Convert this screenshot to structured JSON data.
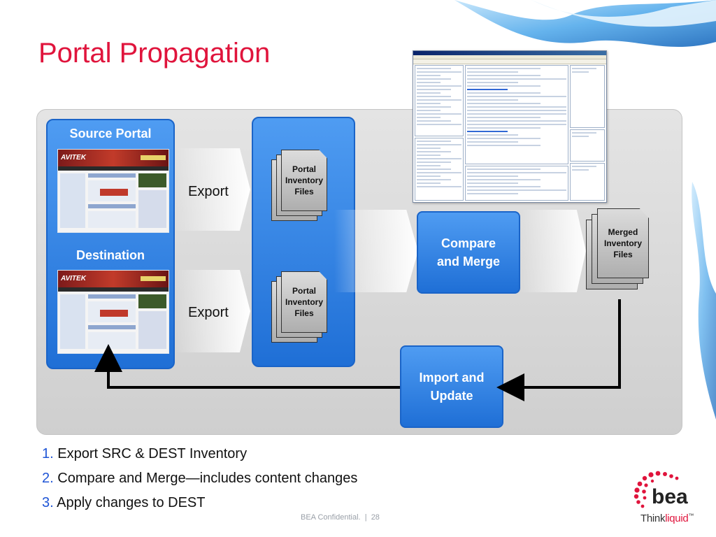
{
  "title": "Portal Propagation",
  "source_panel": {
    "label": "Source Portal"
  },
  "destination_panel": {
    "label": "Destination"
  },
  "source_screenshot": {
    "logo_text": "AVITEK"
  },
  "destination_screenshot": {
    "logo_text": "AVITEK"
  },
  "export_top": {
    "label": "Export"
  },
  "export_bottom": {
    "label": "Export"
  },
  "inventory_top": {
    "label": "Portal Inventory Files",
    "lines": [
      "Portal",
      "Inventory",
      "Files"
    ]
  },
  "inventory_bottom": {
    "label": "Portal Inventory Files",
    "lines": [
      "Portal",
      "Inventory",
      "Files"
    ]
  },
  "compare_merge": {
    "lines": [
      "Compare",
      "and Merge"
    ]
  },
  "merged_files": {
    "lines": [
      "Merged",
      "Inventory",
      "Files"
    ]
  },
  "import_update": {
    "lines": [
      "Import and",
      "Update"
    ]
  },
  "steps": [
    {
      "num": "1.",
      "text": "Export SRC & DEST Inventory"
    },
    {
      "num": "2.",
      "text": "Compare and Merge—includes content changes"
    },
    {
      "num": "3.",
      "text": "Apply changes to DEST"
    }
  ],
  "footer": {
    "text": "BEA Confidential.  |  28"
  },
  "logo": {
    "brand": "bea",
    "tagline_think": "Think",
    "tagline_liquid": "liquid",
    "tm": "™"
  },
  "colors": {
    "title": "#e0143c",
    "box_blue": "#2b7be3",
    "step_number": "#1f55d6"
  },
  "icons": [
    "swoosh-decoration",
    "ide-screenshot",
    "document-stack-icon",
    "bea-logo-icon"
  ]
}
